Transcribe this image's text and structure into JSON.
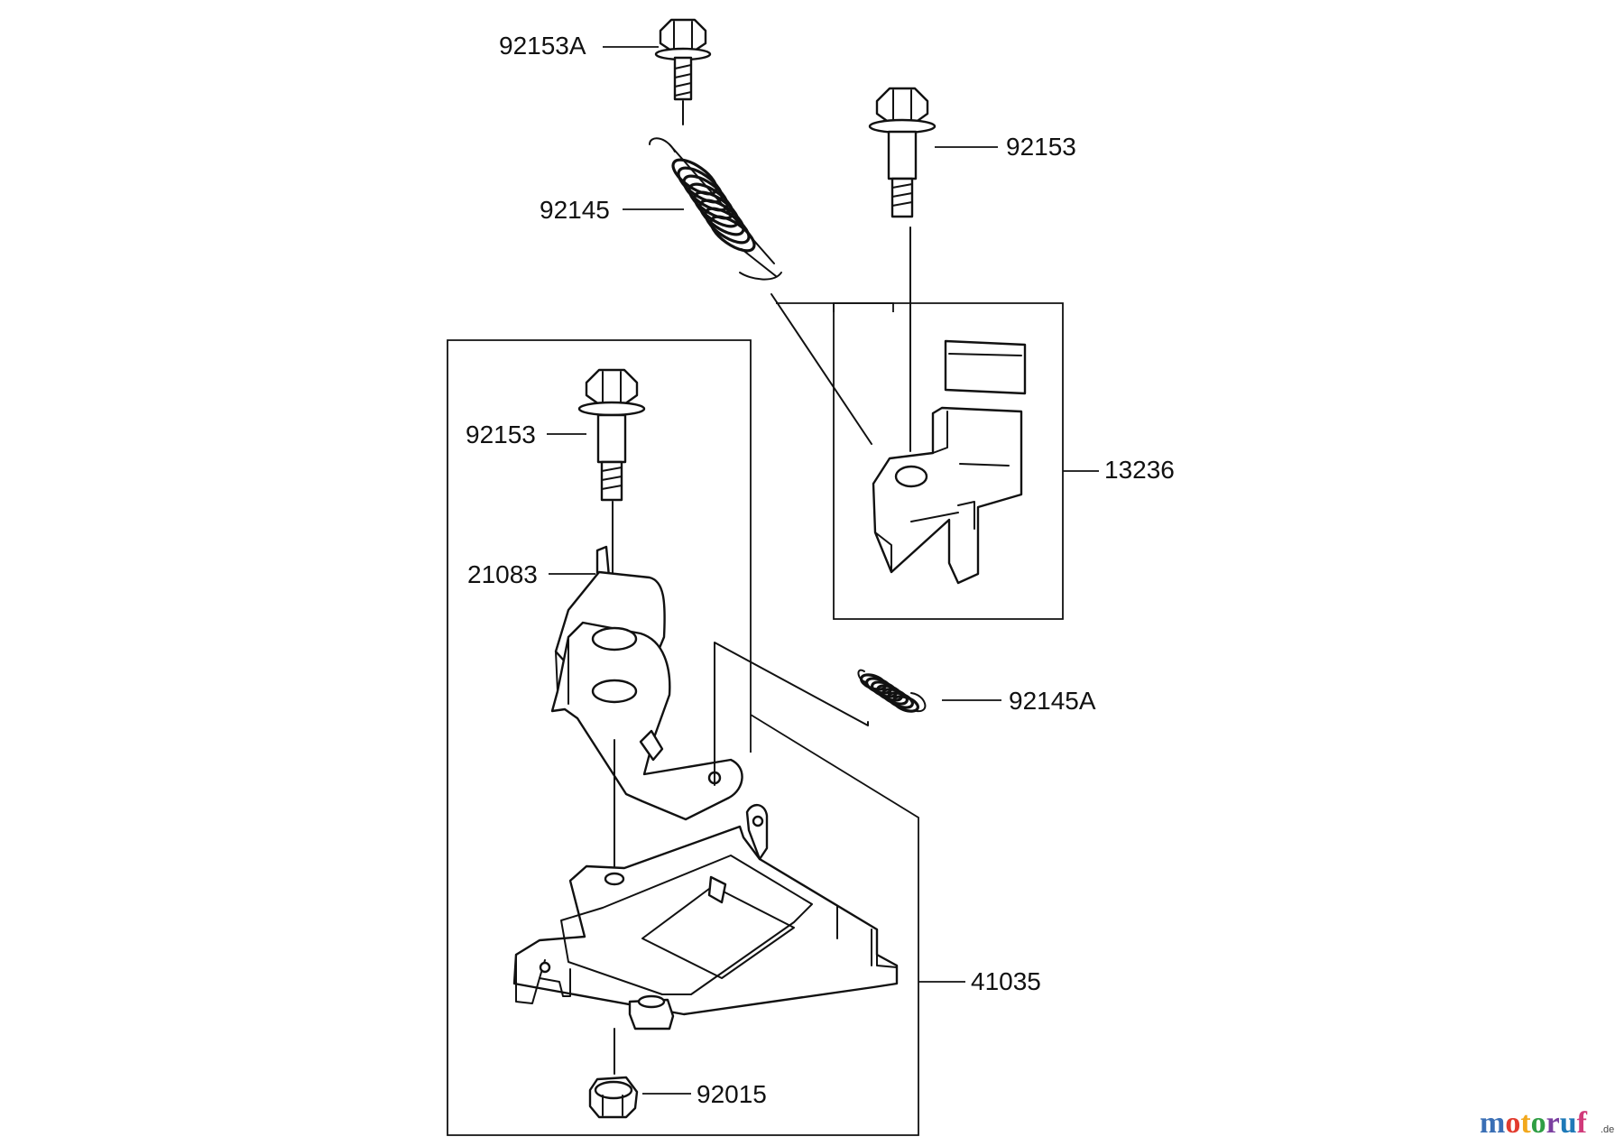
{
  "diagram": {
    "parts": [
      {
        "id": "92153A"
      },
      {
        "id": "92153"
      },
      {
        "id": "92145"
      },
      {
        "id": "13236"
      },
      {
        "id": "92153"
      },
      {
        "id": "21083"
      },
      {
        "id": "92145A"
      },
      {
        "id": "41035"
      },
      {
        "id": "92015"
      }
    ]
  },
  "watermark": {
    "text": "motoruf",
    "suffix": ".de",
    "colors": [
      "#3a6fb5",
      "#e23b2e",
      "#f2a81d",
      "#2f9e44",
      "#7b3fa0",
      "#1f7ab8",
      "#d13a7a"
    ]
  }
}
